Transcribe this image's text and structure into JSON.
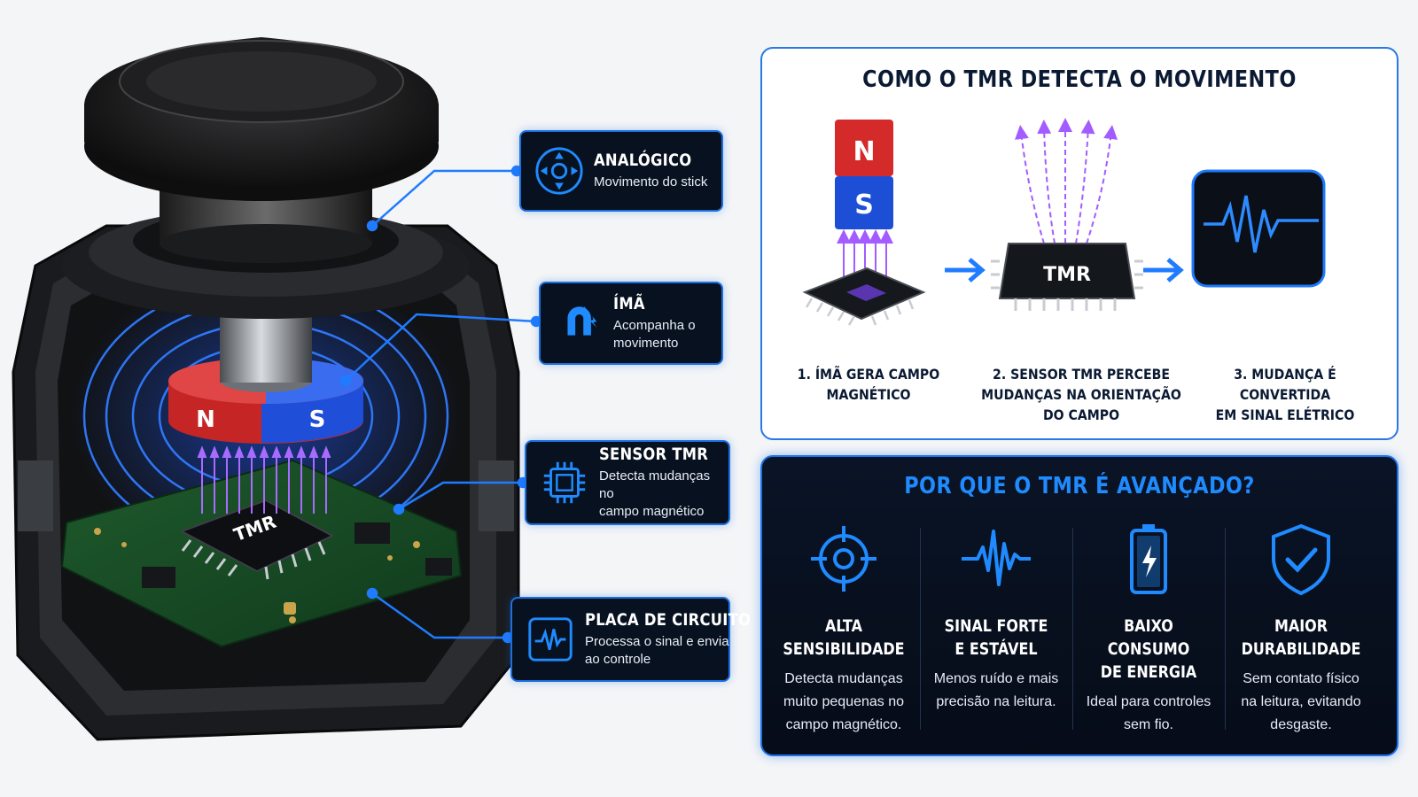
{
  "illustration": {
    "magnet_n": "N",
    "magnet_s": "S",
    "chip_label": "TMR"
  },
  "callouts": {
    "analog": {
      "title": "ANALÓGICO",
      "desc_lines": [
        "Movimento do stick"
      ],
      "icon": "dpad-icon"
    },
    "magnet": {
      "title": "ÍMÃ",
      "desc_lines": [
        "Acompanha o",
        "movimento"
      ],
      "icon": "magnet-icon"
    },
    "sensor": {
      "title": "SENSOR TMR",
      "desc_lines": [
        "Detecta mudanças no",
        "campo magnético"
      ],
      "icon": "chip-icon"
    },
    "board": {
      "title": "PLACA DE CIRCUITO",
      "desc_lines": [
        "Processa o sinal e envia",
        "ao controle"
      ],
      "icon": "waveform-icon"
    }
  },
  "how_panel": {
    "title": "COMO O TMR DETECTA O MOVIMENTO",
    "magnet_n": "N",
    "magnet_s": "S",
    "chip_label": "TMR",
    "steps": [
      {
        "lines": [
          "1. ÍMÃ GERA CAMPO",
          "MAGNÉTICO"
        ]
      },
      {
        "lines": [
          "2. SENSOR TMR PERCEBE",
          "MUDANÇAS NA ORIENTAÇÃO",
          "DO CAMPO"
        ]
      },
      {
        "lines": [
          "3. MUDANÇA É CONVERTIDA",
          "EM SINAL ELÉTRICO"
        ]
      }
    ]
  },
  "why_panel": {
    "title": "POR QUE O TMR É AVANÇADO?",
    "features": [
      {
        "icon": "crosshair-icon",
        "title_lines": [
          "ALTA",
          "SENSIBILIDADE"
        ],
        "desc_lines": [
          "Detecta mudanças",
          "muito pequenas no",
          "campo magnético."
        ]
      },
      {
        "icon": "signal-wave-icon",
        "title_lines": [
          "SINAL FORTE",
          "E ESTÁVEL"
        ],
        "desc_lines": [
          "Menos ruído e mais",
          "precisão na leitura."
        ]
      },
      {
        "icon": "battery-icon",
        "title_lines": [
          "BAIXO CONSUMO",
          "DE ENERGIA"
        ],
        "desc_lines": [
          "Ideal para controles",
          "sem fio."
        ]
      },
      {
        "icon": "shield-check-icon",
        "title_lines": [
          "MAIOR",
          "DURABILIDADE"
        ],
        "desc_lines": [
          "Sem contato físico",
          "na leitura, evitando",
          "desgaste."
        ]
      }
    ]
  },
  "colors": {
    "accent_blue": "#1f8bff",
    "magnet_red": "#d42a2a",
    "magnet_blue": "#1d4fd6",
    "field_violet": "#9b5cff",
    "panel_dark": "#08111f"
  }
}
